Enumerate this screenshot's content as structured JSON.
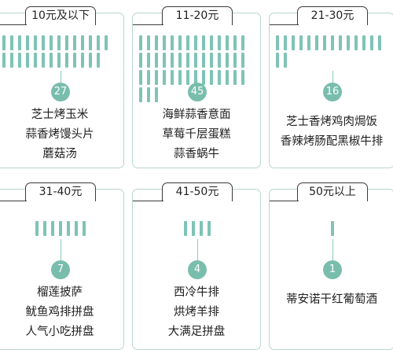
{
  "chart_data": {
    "type": "table",
    "colors": {
      "mark": "#7fc3b6",
      "badge": "#79bdad",
      "card_border": "#b9d5cf",
      "tab_border": "#3a3a3a"
    },
    "groups": [
      {
        "label": "10元及以下",
        "count": "27",
        "items": [
          "芝士烤玉米",
          "蒜香烤馒头片",
          "蘑菇汤"
        ]
      },
      {
        "label": "11-20元",
        "count": "45",
        "items": [
          "海鲜蒜香意面",
          "草莓千层蛋糕",
          "蒜香蜗牛"
        ]
      },
      {
        "label": "21-30元",
        "count": "16",
        "items": [
          "芝士香烤鸡肉焗饭",
          "香辣烤肠配黑椒牛排"
        ]
      },
      {
        "label": "31-40元",
        "count": "7",
        "items": [
          "榴莲披萨",
          "鱿鱼鸡排拼盘",
          "人气小吃拼盘"
        ]
      },
      {
        "label": "41-50元",
        "count": "4",
        "items": [
          "西冷牛排",
          "烘烤羊排",
          "大满足拼盘"
        ]
      },
      {
        "label": "50元以上",
        "count": "1",
        "items": [
          "蒂安诺干红葡萄酒"
        ]
      }
    ]
  }
}
